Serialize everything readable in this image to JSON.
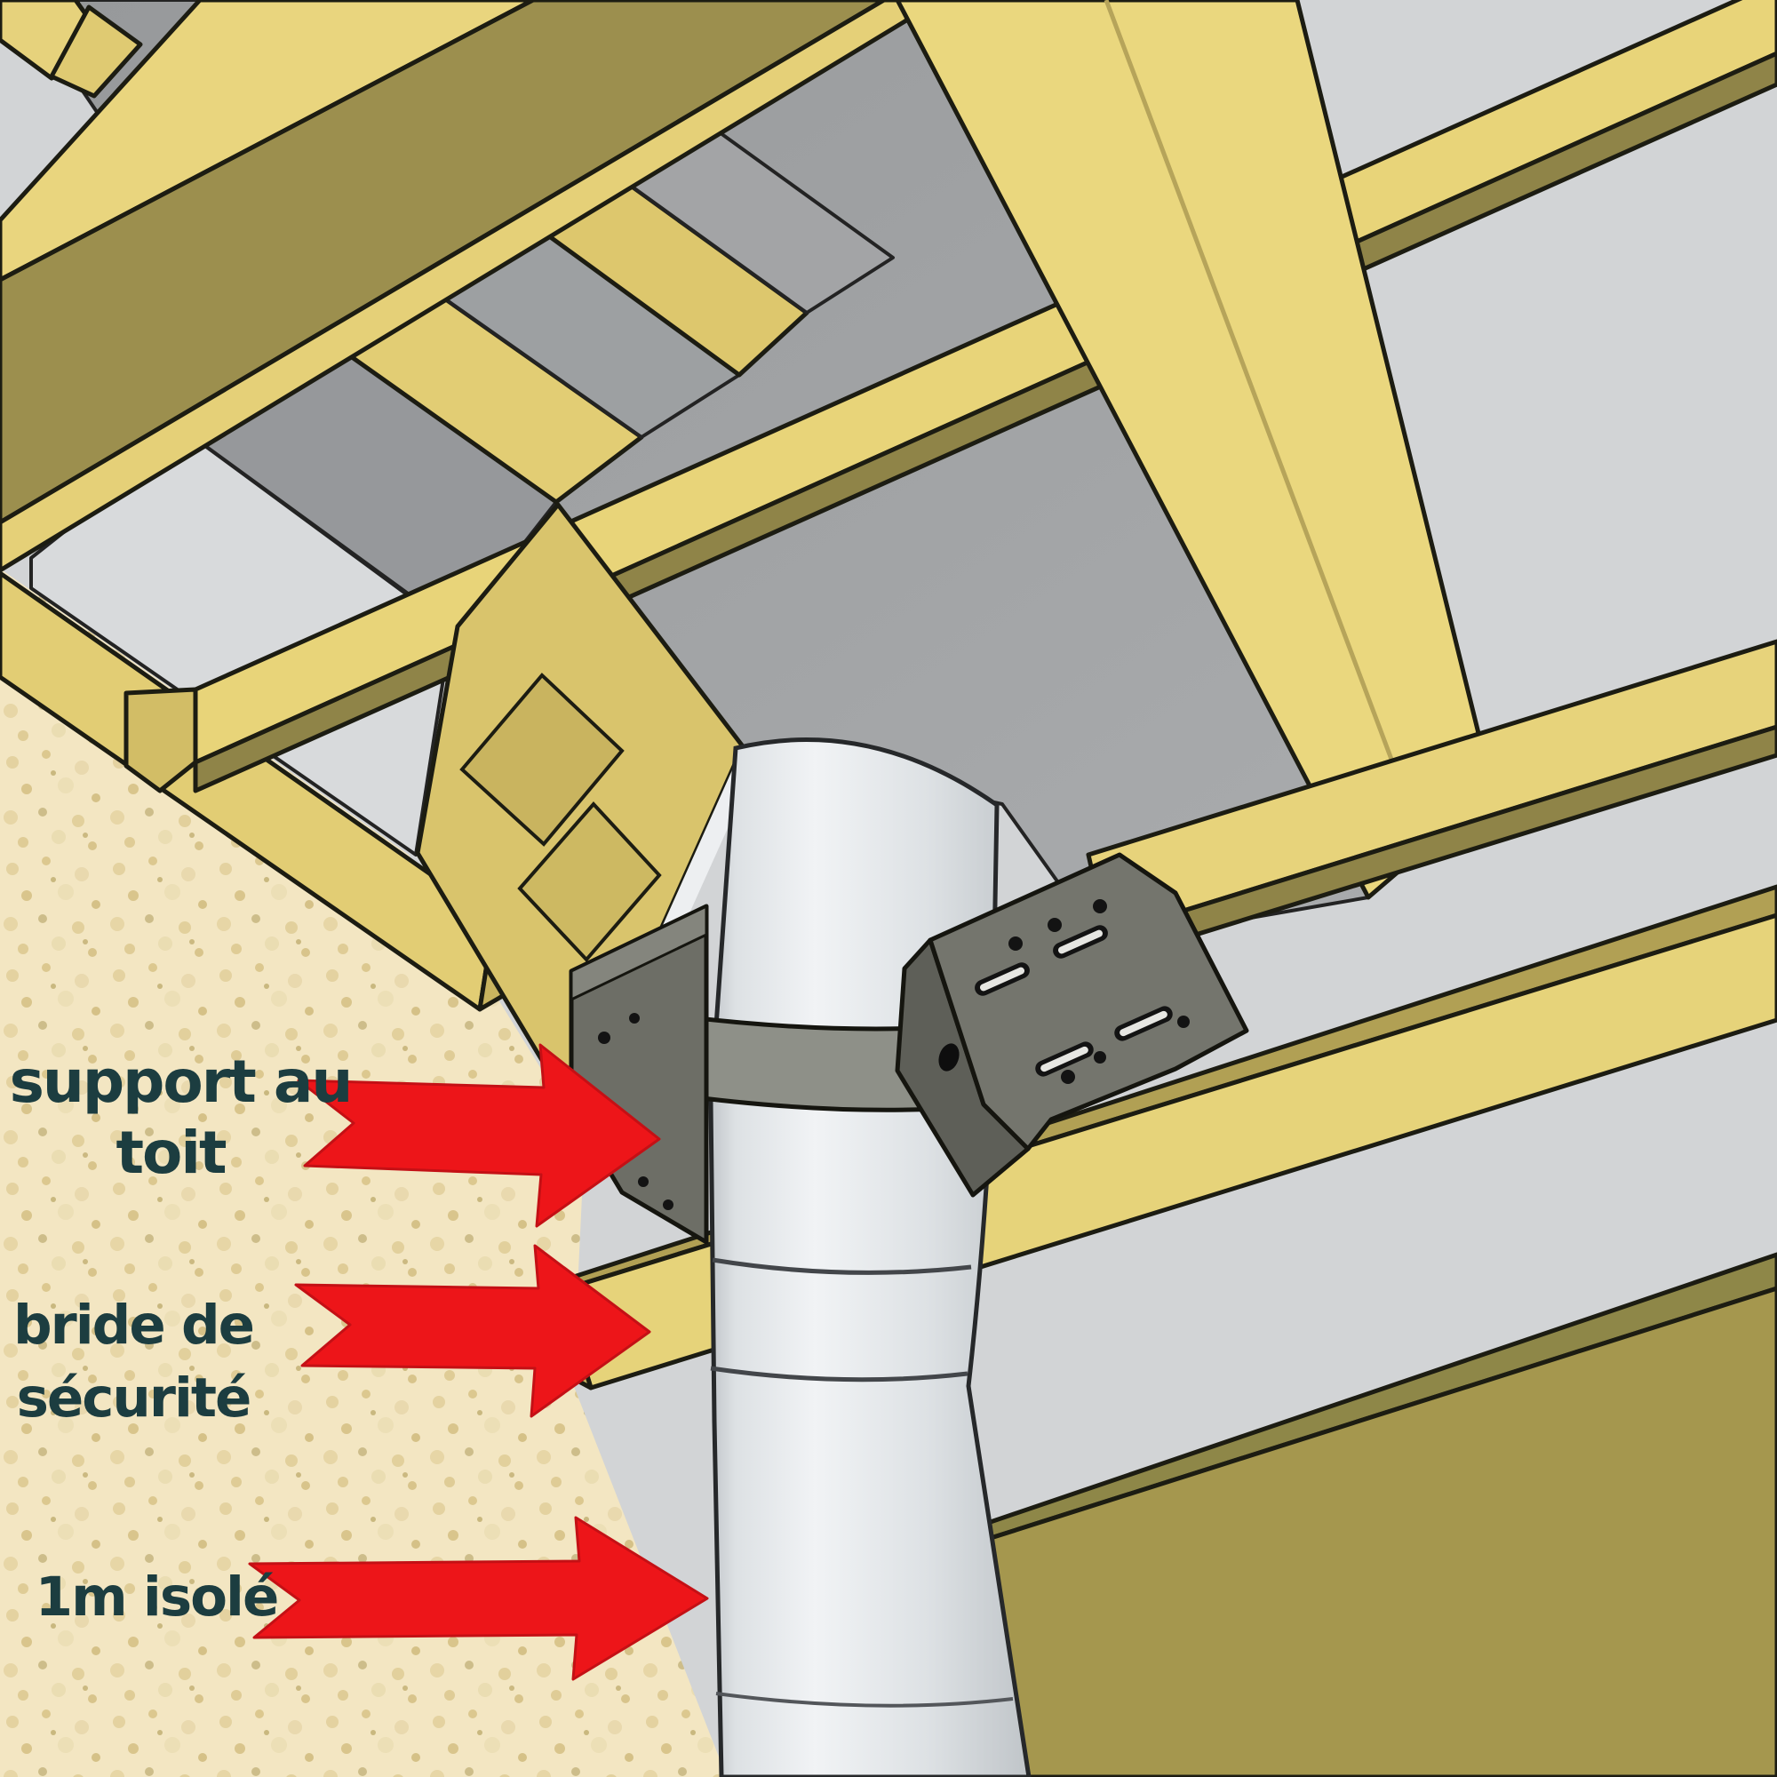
{
  "illustration": {
    "labels": {
      "support": {
        "line1": "support au",
        "line2": "toit"
      },
      "clamp": {
        "line1": "bride de",
        "line2": "sécurité"
      },
      "insulated": {
        "line1": "1m isolé"
      }
    },
    "colors": {
      "arrow_red": "#ed1519",
      "label_teal": "#1c3d40",
      "wood_light": "#e9d57e",
      "wood_olive": "#9c8f4e",
      "panel_gray": "#a0a2a4",
      "panel_bright": "#d8dadc",
      "pipe_silver": "#e8ecef",
      "bracket_gray": "#74756d",
      "insulation_beige": "#f3e6c2",
      "background_gray": "#d2d4d6"
    }
  }
}
